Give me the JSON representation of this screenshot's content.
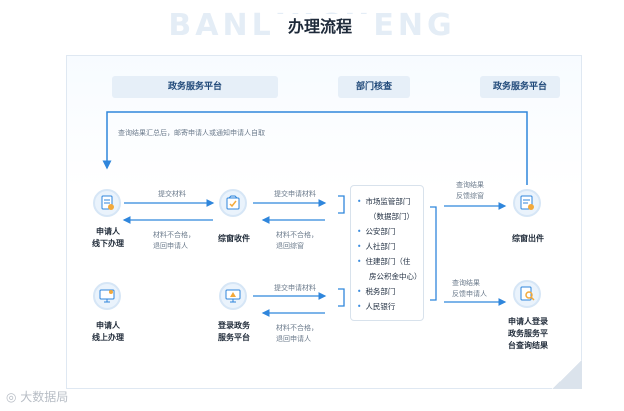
{
  "background_title": "BANLIUCHENG",
  "title": "办理流程",
  "header": {
    "left": "政务服务平台",
    "middle": "部门核查",
    "right": "政务服务平台"
  },
  "top_note": "查询结果汇总后，邮寄申请人或通知申请人自取",
  "nodes": {
    "offline_applicant": [
      "申请人",
      "线下办理"
    ],
    "window_receive": "综窗收件",
    "online_applicant": [
      "申请人",
      "线上办理"
    ],
    "platform_login": [
      "登录政务",
      "服务平台"
    ],
    "window_issue": "综窗出件",
    "applicant_query": [
      "申请人登录",
      "政务服务平",
      "台查询结果"
    ]
  },
  "arrows": {
    "submit_materials": "提交材料",
    "return_row1_a": [
      "材料不合格，",
      "退回申请人"
    ],
    "submit_application_1": "提交申请材料",
    "return_row1_b": [
      "材料不合格，",
      "退回综窗"
    ],
    "submit_application_2": "提交申请材料",
    "return_row2": [
      "材料不合格，",
      "退回申请人"
    ],
    "result_row1": [
      "查询结果",
      "反馈综窗"
    ],
    "result_row2": [
      "查询结果",
      "反馈申请人"
    ]
  },
  "departments": [
    {
      "bullet": "•",
      "text": "市场监管部门"
    },
    {
      "bullet": "",
      "text": "（数据部门）"
    },
    {
      "bullet": "•",
      "text": "公安部门"
    },
    {
      "bullet": "•",
      "text": "人社部门"
    },
    {
      "bullet": "•",
      "text": "住建部门（住"
    },
    {
      "bullet": "",
      "text": "房公积金中心）"
    },
    {
      "bullet": "•",
      "text": "税务部门"
    },
    {
      "bullet": "•",
      "text": "人民银行"
    }
  ],
  "watermark": "大数据局",
  "colors": {
    "accent": "#2f86dc",
    "pill": "#e6eff8",
    "text": "#222d3b",
    "muted": "#6d7c8d"
  },
  "icons": [
    "document-hand-icon",
    "folder-check-icon",
    "monitor-icon",
    "certificate-icon",
    "search-doc-icon"
  ]
}
